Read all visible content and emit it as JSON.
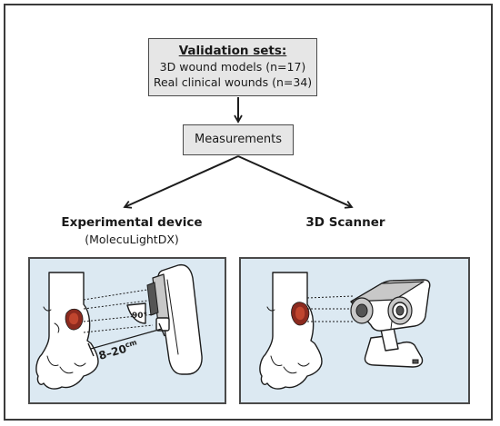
{
  "validation": {
    "title": "Validation sets:",
    "line1": "3D wound models (n=17)",
    "line2": "Real clinical wounds (n=34)"
  },
  "measurements": "Measurements",
  "experimental": {
    "title": "Experimental device",
    "subtitle": "(MolecuLightDX)"
  },
  "scanner": {
    "title": "3D Scanner"
  },
  "annotations": {
    "angle": "90°",
    "distance": "8–20",
    "distance_unit": "cm"
  },
  "colors": {
    "panel_bg": "#dce9f2",
    "box_bg": "#e6e6e6",
    "wound": "#8b2a1f",
    "wound_inner": "#c0452e"
  }
}
